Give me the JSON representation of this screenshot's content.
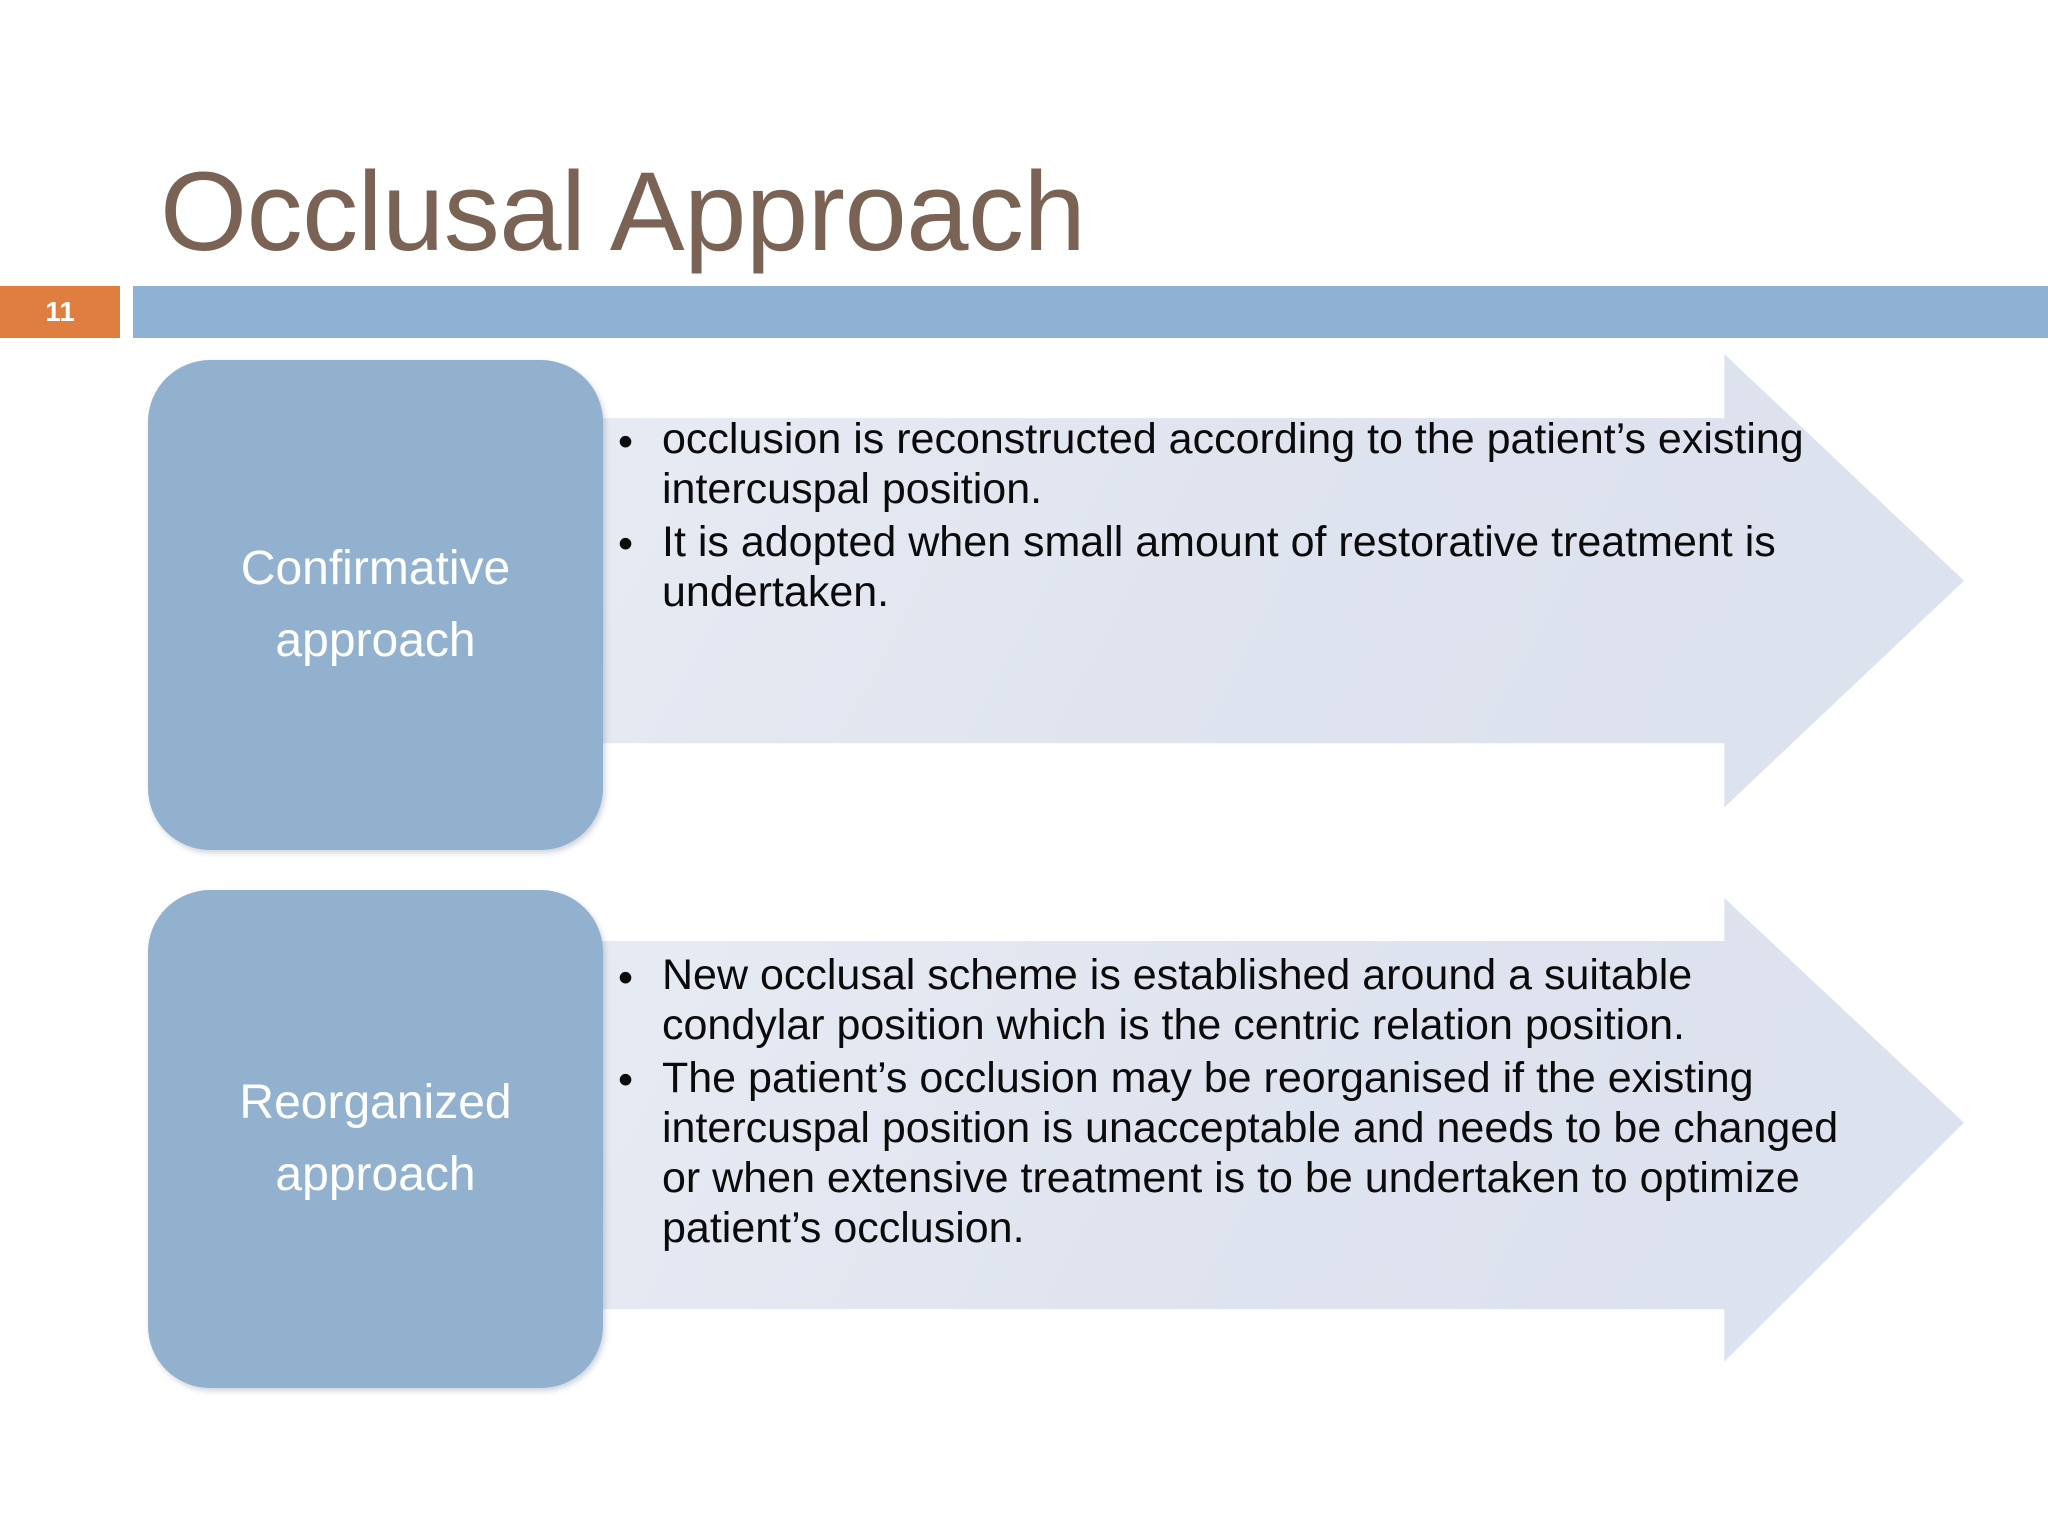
{
  "slide": {
    "title": "Occlusal Approach",
    "page_number": "11",
    "title_color": "#7A6355",
    "band_color": "#8FB2D2",
    "badge_color": "#DF7E3E",
    "chip_color": "#92B1CF",
    "arrow_color": "#E1E6F0"
  },
  "rows": [
    {
      "label_line_1": "Confirmative",
      "label_line_2": "approach",
      "bullets": [
        {
          "marker": "•",
          "text": "occlusion is reconstructed according to the patient’s existing intercuspal position."
        },
        {
          "marker": "•",
          "text": " It is adopted when small amount of restorative treatment is undertaken."
        }
      ]
    },
    {
      "label_line_1": "Reorganized",
      "label_line_2": "approach",
      "bullets": [
        {
          "marker": "•",
          "text": "New occlusal scheme is established around a suitable condylar position which is the centric relation position."
        },
        {
          "marker": "•",
          "text": " The patient’s occlusion may be reorganised if the existing intercuspal position is unacceptable and needs to be changed or when extensive treatment is to be undertaken to optimize patient’s occlusion."
        }
      ]
    }
  ]
}
